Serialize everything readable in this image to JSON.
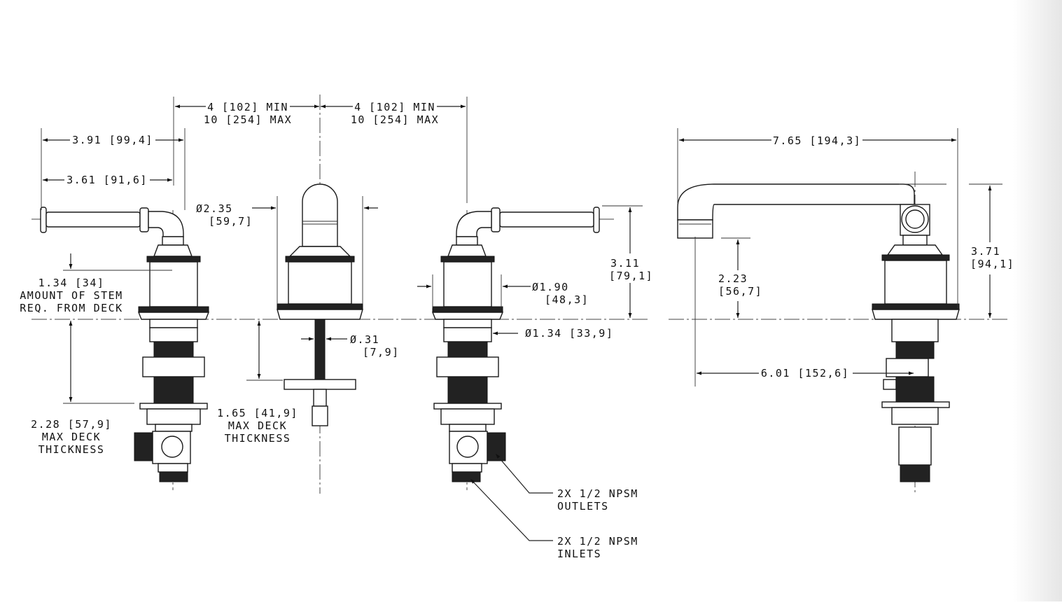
{
  "colors": {
    "line": "#1a1a1a",
    "background": "#ffffff"
  },
  "dims": {
    "spacing_left_l1": "4 [102] MIN",
    "spacing_left_l2": "10 [254] MAX",
    "spacing_right_l1": "4 [102] MIN",
    "spacing_right_l2": "10 [254] MAX",
    "handle_reach_outer": "3.91 [99,4]",
    "handle_reach_inner": "3.61 [91,6]",
    "spout_dia_l1": "Ø2.35",
    "spout_dia_l2": "[59,7]",
    "handle_height_l1": "3.11",
    "handle_height_l2": "[79,1]",
    "body_dia_l1": "Ø1.90",
    "body_dia_l2": "[48,3]",
    "shank_dia": "Ø1.34 [33,9]",
    "stud_dia_l1": "Ø.31",
    "stud_dia_l2": "[7,9]",
    "stem_l1": "1.34 [34]",
    "stem_l2": "AMOUNT OF STEM",
    "stem_l3": "REQ. FROM DECK",
    "deck_left_l1": "2.28 [57,9]",
    "deck_left_l2": "MAX DECK",
    "deck_left_l3": "THICKNESS",
    "deck_mid_l1": "1.65 [41,9]",
    "deck_mid_l2": "MAX DECK",
    "deck_mid_l3": "THICKNESS",
    "spout_len": "7.65 [194,3]",
    "spout_height_l1": "3.71",
    "spout_height_l2": "[94,1]",
    "outlet_height_l1": "2.23",
    "outlet_height_l2": "[56,7]",
    "spout_reach": "6.01 [152,6]",
    "outlets_l1": "2X 1/2 NPSM",
    "outlets_l2": "OUTLETS",
    "inlets_l1": "2X 1/2 NPSM",
    "inlets_l2": "INLETS"
  }
}
